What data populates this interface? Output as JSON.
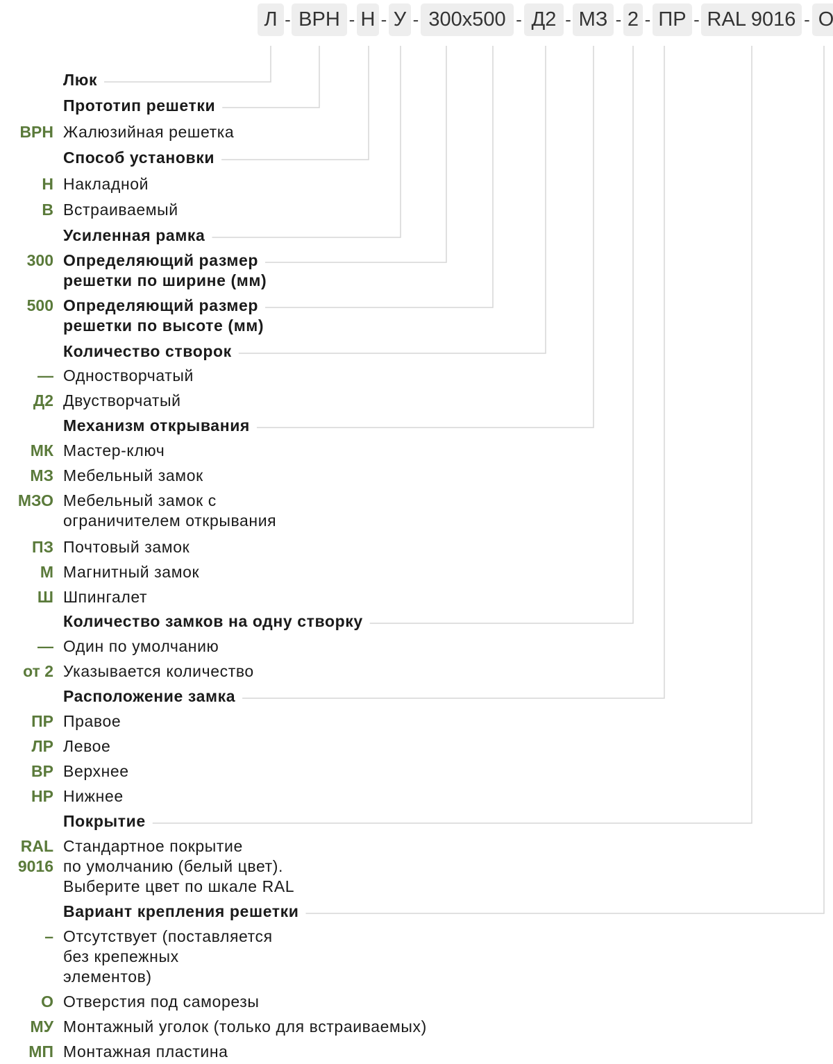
{
  "code_chips": [
    "Л",
    "ВРН",
    "Н",
    "У",
    "300x500",
    "Д2",
    "МЗ",
    "2",
    "ПР",
    "RAL 9016",
    "О"
  ],
  "separator": "-",
  "rows": [
    {
      "heading": true,
      "code": "",
      "text": "Люк"
    },
    {
      "heading": true,
      "code": "",
      "text": "Прототип решетки"
    },
    {
      "heading": false,
      "code": "ВРН",
      "text": "Жалюзийная решетка"
    },
    {
      "heading": true,
      "code": "",
      "text": "Способ установки"
    },
    {
      "heading": false,
      "code": "Н",
      "text": "Накладной"
    },
    {
      "heading": false,
      "code": "В",
      "text": "Встраиваемый"
    },
    {
      "heading": true,
      "code": "",
      "text": "Усиленная рамка"
    },
    {
      "heading": true,
      "code": "300",
      "text": "Определяющий размер\nрешетки по ширине (мм)"
    },
    {
      "heading": true,
      "code": "500",
      "text": "Определяющий размер\nрешетки по высоте (мм)"
    },
    {
      "heading": true,
      "code": "",
      "text": "Количество створок"
    },
    {
      "heading": false,
      "code": "—",
      "text": "Одностворчатый"
    },
    {
      "heading": false,
      "code": "Д2",
      "text": "Двустворчатый"
    },
    {
      "heading": true,
      "code": "",
      "text": "Механизм открывания"
    },
    {
      "heading": false,
      "code": "МК",
      "text": "Мастер-ключ"
    },
    {
      "heading": false,
      "code": "МЗ",
      "text": "Мебельный замок"
    },
    {
      "heading": false,
      "code": "МЗО",
      "text": "Мебельный замок с\nограничителем открывания"
    },
    {
      "heading": false,
      "code": "ПЗ",
      "text": "Почтовый замок"
    },
    {
      "heading": false,
      "code": "М",
      "text": "Магнитный замок"
    },
    {
      "heading": false,
      "code": "Ш",
      "text": "Шпингалет"
    },
    {
      "heading": true,
      "code": "",
      "text": "Количество замков на одну створку"
    },
    {
      "heading": false,
      "code": "—",
      "text": "Один по умолчанию"
    },
    {
      "heading": false,
      "code": "от 2",
      "text": "Указывается количество"
    },
    {
      "heading": true,
      "code": "",
      "text": "Расположение замка"
    },
    {
      "heading": false,
      "code": "ПР",
      "text": "Правое"
    },
    {
      "heading": false,
      "code": "ЛР",
      "text": "Левое"
    },
    {
      "heading": false,
      "code": "ВР",
      "text": "Верхнее"
    },
    {
      "heading": false,
      "code": "НР",
      "text": "Нижнее"
    },
    {
      "heading": true,
      "code": "",
      "text": "Покрытие"
    },
    {
      "heading": false,
      "code": "RAL\n9016",
      "text": "Стандартное покрытие\nпо умолчанию (белый цвет).\nВыберите цвет по шкале RAL"
    },
    {
      "heading": true,
      "code": "",
      "text": "Вариант крепления решетки"
    },
    {
      "heading": false,
      "code": "–",
      "text": "Отсутствует (поставляется\nбез крепежных\nэлементов)"
    },
    {
      "heading": false,
      "code": "О",
      "text": "Отверстия под саморезы"
    },
    {
      "heading": false,
      "code": "МУ",
      "text": "Монтажный уголок (только для встраиваемых)"
    },
    {
      "heading": false,
      "code": "МП",
      "text": "Монтажная пластина"
    }
  ],
  "colors": {
    "code": "#5a7a3a",
    "chip_bg": "#eeeeee",
    "connector": "#d5d5d5"
  }
}
